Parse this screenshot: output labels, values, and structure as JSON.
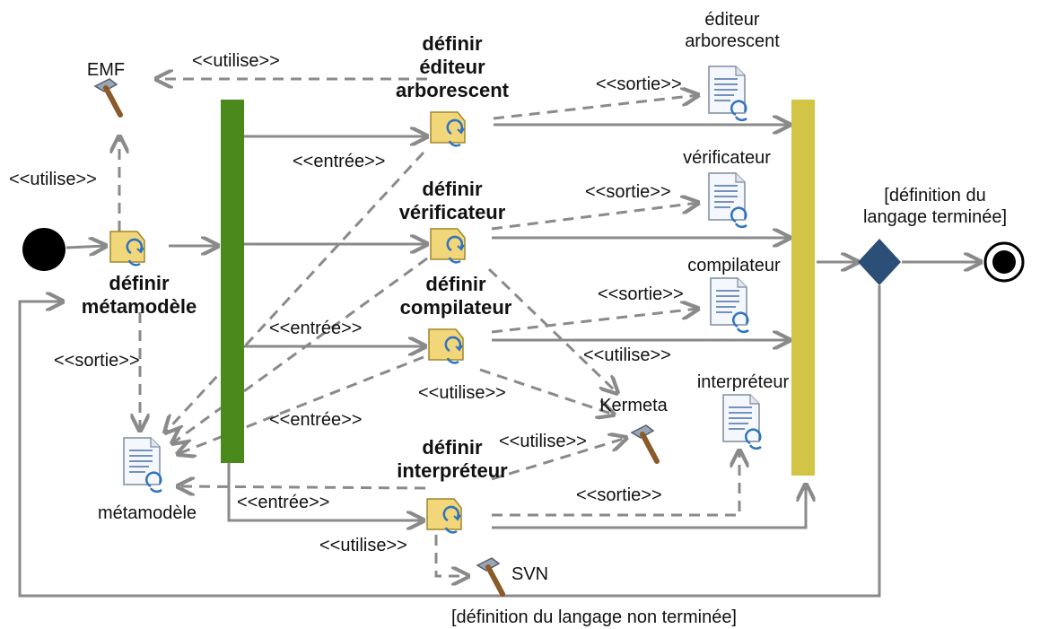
{
  "colors": {
    "fork_bar": "#4a8a1c",
    "join_bar": "#d2c444",
    "decision": "#2c4f78",
    "connector": "#8a8a8a",
    "node_fill": "#f2d67a",
    "doc_lines": "#4a6ea9"
  },
  "activities": {
    "definir_metamodele": "définir\nmétamodèle",
    "definir_editeur": "définir\néditeur\narborescent",
    "definir_verificateur": "définir\nvérificateur",
    "definir_compilateur": "définir\ncompilateur",
    "definir_interpreteur": "définir\ninterpréteur"
  },
  "artifacts": {
    "editeur": "éditeur\narborescent",
    "verificateur": "vérificateur",
    "compilateur": "compilateur",
    "interpreteur": "interpréteur",
    "metamodele": "métamodèle"
  },
  "tools": {
    "emf": "EMF",
    "kermeta": "Kermeta",
    "svn": "SVN"
  },
  "stereotypes": {
    "utilise": "<<utilise>>",
    "sortie": "<<sortie>>",
    "entree": "<<entrée>>"
  },
  "guards": {
    "termine": "[définition du\nlangage terminée]",
    "non_termine": "[définition du langage non terminée]"
  },
  "icons": {
    "activity": "activity-icon",
    "document": "document-icon",
    "tool": "hammer-icon",
    "initial": "initial-node",
    "final": "final-node"
  }
}
